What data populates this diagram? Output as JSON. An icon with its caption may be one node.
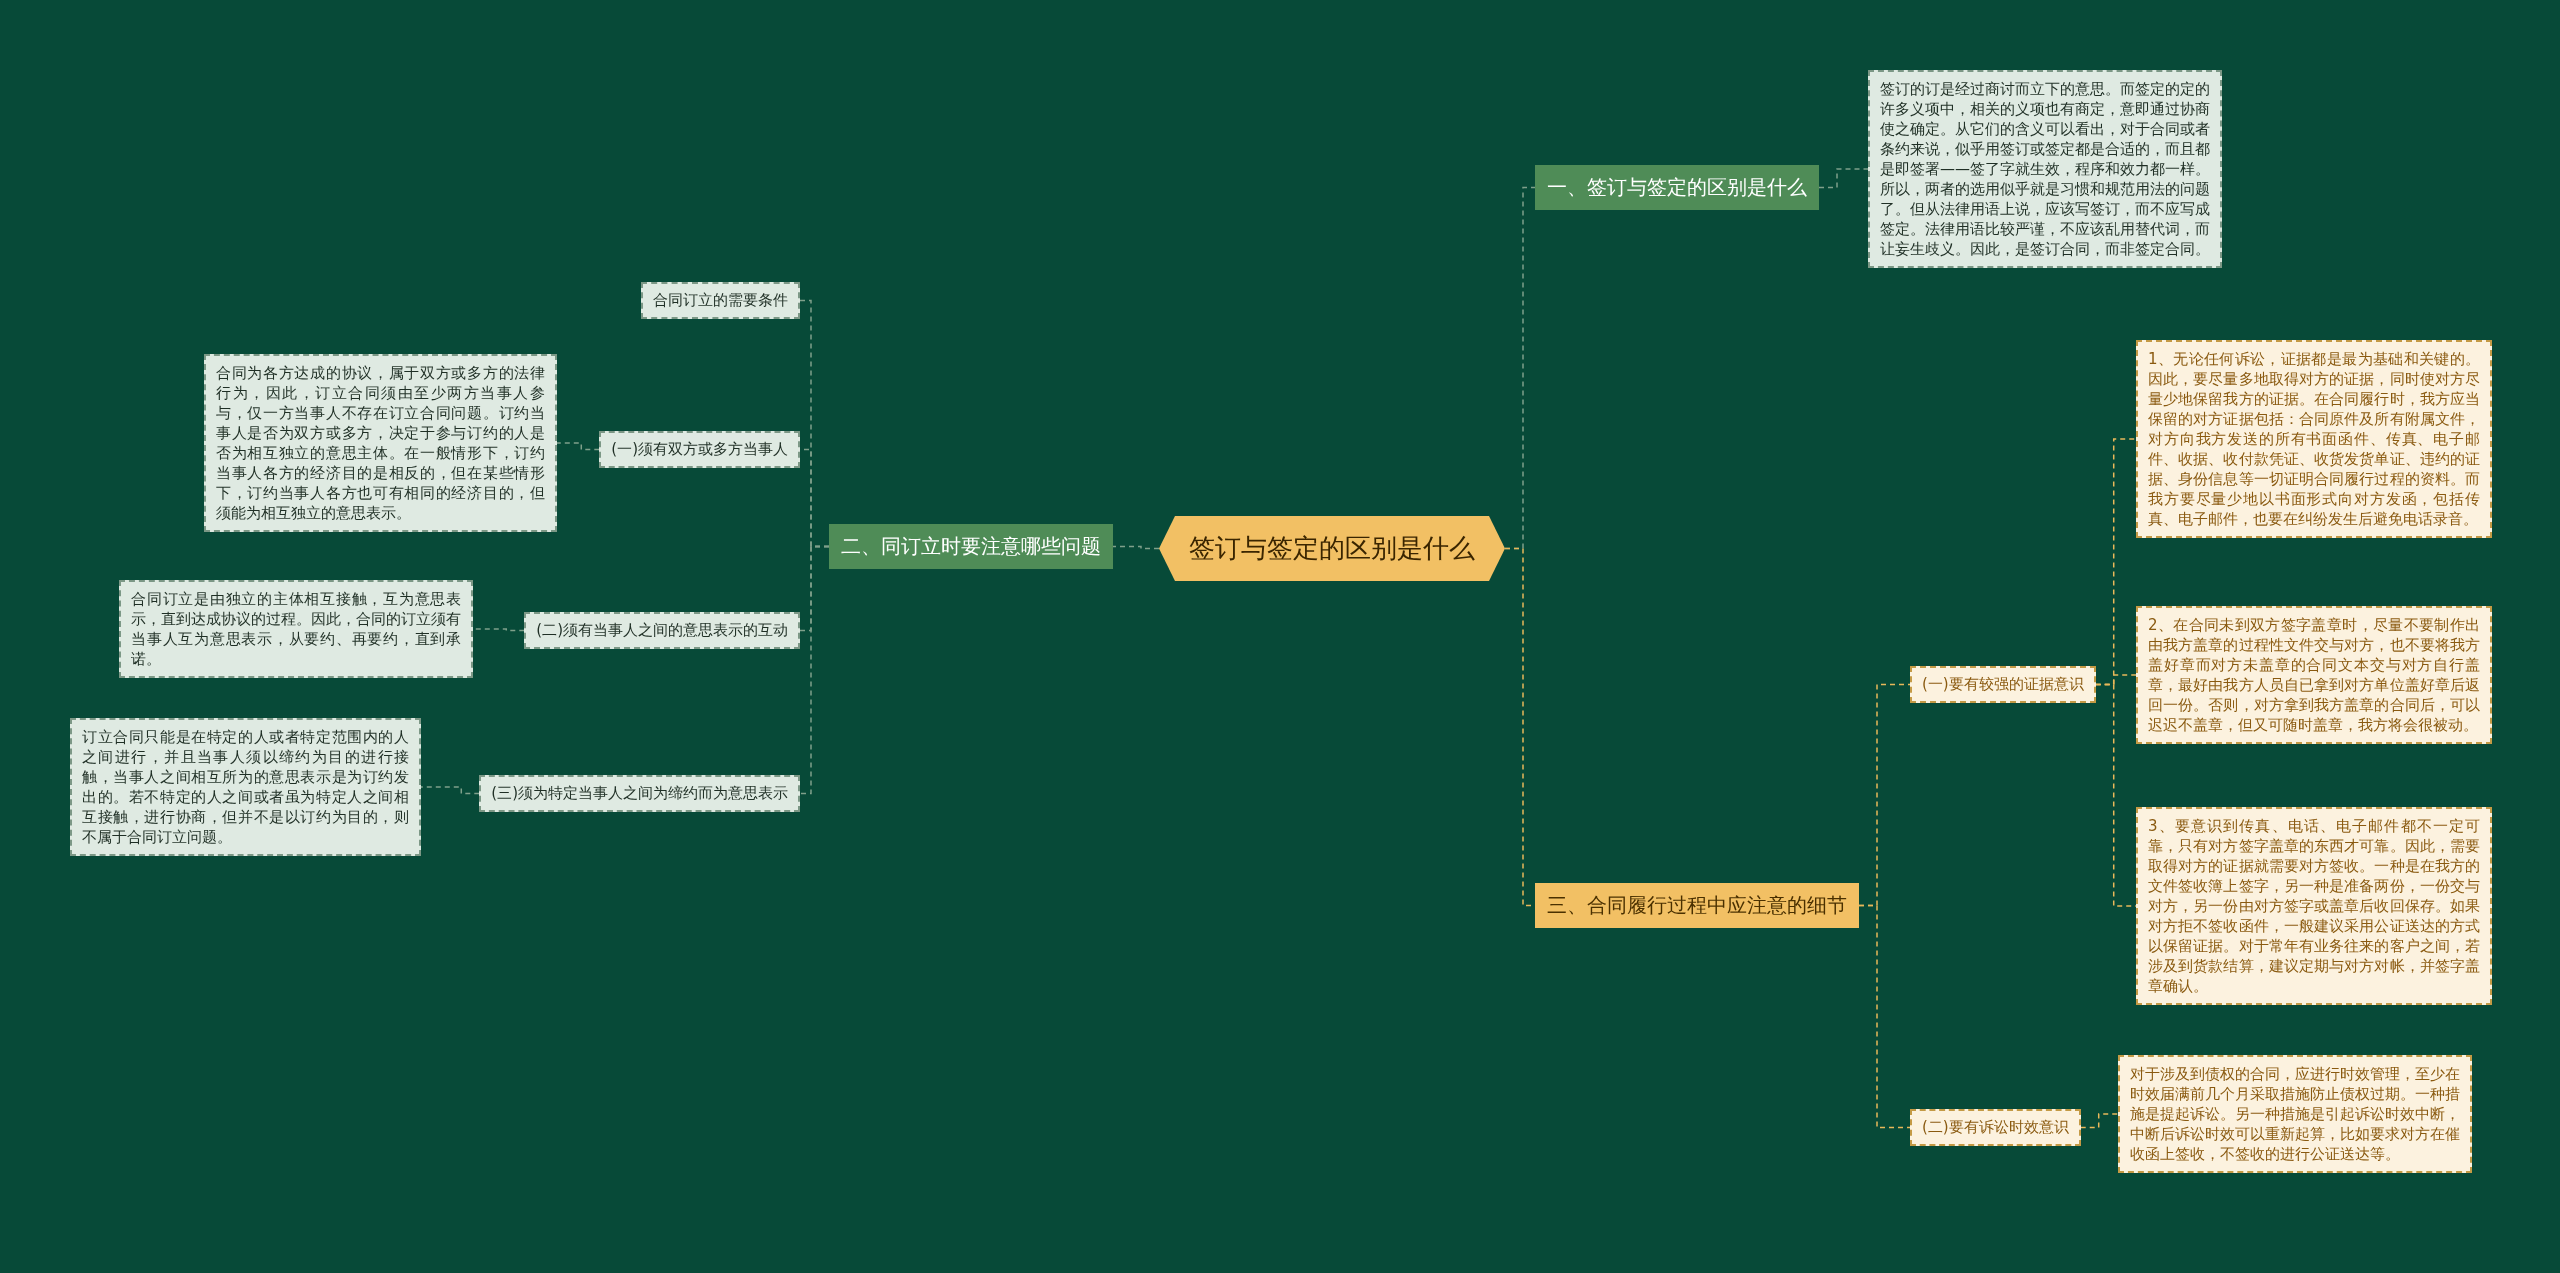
{
  "diagram": {
    "nodes": [
      {
        "text": [
          "签订与签定的区别是什么"
        ]
      },
      {
        "text": [
          "一、签订与签定的区别是什么"
        ]
      },
      {
        "text": [
          "签订的订是经过商讨而立下的意思。而签定的定的许多义项中，相关的义项也有商定，意即通过协商使之确定。从它们的含义可以看出，对于合同或者条约来说，似乎用签订或签定都是合适的，而且都是即签署——签了字就生效，程序和效力都一样。所以，两者的选用似乎就是习惯和规范用法的问题了。但从法律用语上说，应该写签订，而不应写成签定。法律用语比较严谨，不应该乱用替代词，而让妄生歧义。因此，是签订合同，而非签定合同。"
        ]
      },
      {
        "text": [
          "三、合同履行过程中应注意的细节"
        ]
      },
      {
        "text": [
          "(一)要有较强的证据意识"
        ]
      },
      {
        "text": [
          "1、无论任何诉讼，证据都是最为基础和关键的。因此，要尽量多地取得对方的证据，同时使对方尽量少地保留我方的证据。在合同履行时，我方应当保留的对方证据包括：合同原件及所有附属文件，对方向我方发送的所有书面函件、传真、电子邮件、收据、收付款凭证、收货发货单证、违约的证据、身份信息等一切证明合同履行过程的资料。而我方要尽量少地以书面形式向对方发函，包括传真、电子邮件，也要在纠纷发生后避免电话录音。"
        ]
      },
      {
        "text": [
          "2、在合同未到双方签字盖章时，尽量不要制作出由我方盖章的过程性文件交与对方，也不要将我方盖好章而对方未盖章的合同文本交与对方自行盖章，最好由我方人员自已拿到对方单位盖好章后返回一份。否则，对方拿到我方盖章的合同后，可以迟迟不盖章，但又可随时盖章，我方将会很被动。"
        ]
      },
      {
        "text": [
          "3、要意识到传真、电话、电子邮件都不一定可靠，只有对方签字盖章的东西才可靠。因此，需要取得对方的证据就需要对方签收。一种是在我方的文件签收簿上签字，另一种是准备两份，一份交与对方，另一份由对方签字或盖章后收回保存。如果对方拒不签收函件，一般建议采用公证送达的方式以保留证据。对于常年有业务往来的客户之间，若涉及到货款结算，建议定期与对方对帐，并签字盖章确认。"
        ]
      },
      {
        "text": [
          "(二)要有诉讼时效意识"
        ]
      },
      {
        "text": [
          "对于涉及到债权的合同，应进行时效管理，至少在时效届满前几个月采取措施防止债权过期。一种措施是提起诉讼。另一种措施是引起诉讼时效中断，中断后诉讼时效可以重新起算，比如要求对方在催收函上签收，不签收的进行公证送达等。"
        ]
      },
      {
        "text": [
          "二、同订立时要注意哪些问题"
        ]
      },
      {
        "text": [
          "合同订立的需要条件"
        ]
      },
      {
        "text": [
          "(一)须有双方或多方当事人"
        ]
      },
      {
        "text": [
          "合同为各方达成的协议，属于双方或多方的法律行为，因此，订立合同须由至少两方当事人参与，仅一方当事人不存在订立合同问题。订约当事人是否为双方或多方，决定于参与订约的人是否为相互独立的意思主体。在一般情形下，订约当事人各方的经济目的是相反的，但在某些情形下，订约当事人各方也可有相同的经济目的，但须能为相互独立的意思表示。"
        ]
      },
      {
        "text": [
          "(二)须有当事人之间的意思表示的互动"
        ]
      },
      {
        "text": [
          "合同订立是由独立的主体相互接触，互为意思表示，直到达成协议的过程。因此，合同的订立须有当事人互为意思表示，从要约、再要约，直到承诺。"
        ]
      },
      {
        "text": [
          "(三)须为特定当事人之间为缔约而为意思表示"
        ]
      },
      {
        "text": [
          "订立合同只能是在特定的人或者特定范围内的人之间进行，并且当事人须以缔约为目的进行接触，当事人之间相互所为的意思表示是为订约发出的。若不特定的人之间或者虽为特定人之间相互接触，进行协商，但并不是以订约为目的，则不属于合同订立问题。"
        ]
      }
    ],
    "edges": [
      {
        "from": 0,
        "to": 1,
        "arrow": "none"
      },
      {
        "from": 1,
        "to": 2,
        "arrow": "none"
      },
      {
        "from": 0,
        "to": 3,
        "arrow": "none",
        "color": "#e8b85a"
      },
      {
        "from": 3,
        "to": 4,
        "arrow": "none",
        "color": "#e8b85a"
      },
      {
        "from": 4,
        "to": 5,
        "arrow": "none",
        "color": "#e8b85a"
      },
      {
        "from": 4,
        "to": 6,
        "arrow": "none",
        "color": "#e8b85a"
      },
      {
        "from": 4,
        "to": 7,
        "arrow": "none",
        "color": "#e8b85a"
      },
      {
        "from": 3,
        "to": 8,
        "arrow": "none",
        "color": "#e8b85a"
      },
      {
        "from": 8,
        "to": 9,
        "arrow": "none",
        "color": "#e8b85a"
      },
      {
        "from": 0,
        "to": 10,
        "arrow": "none"
      },
      {
        "from": 10,
        "to": 11,
        "arrow": "none"
      },
      {
        "from": 10,
        "to": 12,
        "arrow": "none"
      },
      {
        "from": 12,
        "to": 13,
        "arrow": "none"
      },
      {
        "from": 10,
        "to": 14,
        "arrow": "none"
      },
      {
        "from": 14,
        "to": 15,
        "arrow": "none"
      },
      {
        "from": 10,
        "to": 16,
        "arrow": "none"
      },
      {
        "from": 16,
        "to": 17,
        "arrow": "none"
      }
    ]
  }
}
